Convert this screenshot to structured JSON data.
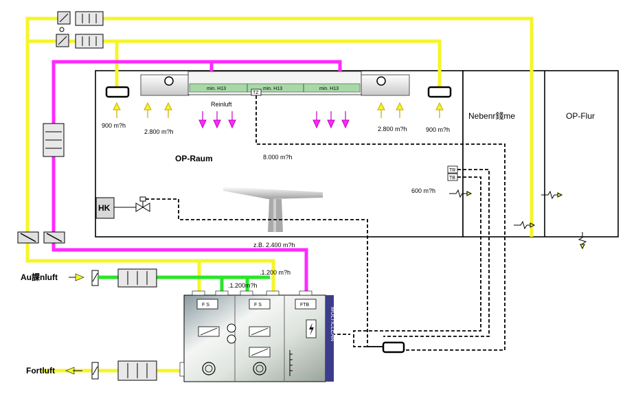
{
  "rooms": {
    "op_raum": "OP-Raum",
    "nebenraeume": "Nebenr錢me",
    "op_flur": "OP-Flur"
  },
  "labels": {
    "reinluft": "Reinluft",
    "aussenluft": "Au課nluft",
    "fortluft": "Fortluft",
    "hk": "HK",
    "tz": "TZ",
    "tr": "TR",
    "tb": "TB",
    "fs": "F S",
    "ftb": "FTB",
    "fs_fan": "FS",
    "unit_name": "MULTICLEAN"
  },
  "filters": [
    "min. H13",
    "min. H13",
    "min. H13"
  ],
  "flows": {
    "left_exhaust": "900 m?h",
    "left_return": "2.800 m?h",
    "right_return": "2.800 m?h",
    "right_exhaust": "900 m?h",
    "supply": "8.000 m?h",
    "side_room": "600 m?h",
    "bottom_return": "z.B. 2.400 m?h",
    "duct_a": ".1.200m?h",
    "duct_b": ".1.200 m?h"
  },
  "colors": {
    "outdoor_duct": "#f5f529",
    "supply_duct": "#ff29ff",
    "green_duct": "#29e629",
    "filter_band": "#a8d8a8",
    "unit_bar": "#3c3c8c"
  }
}
